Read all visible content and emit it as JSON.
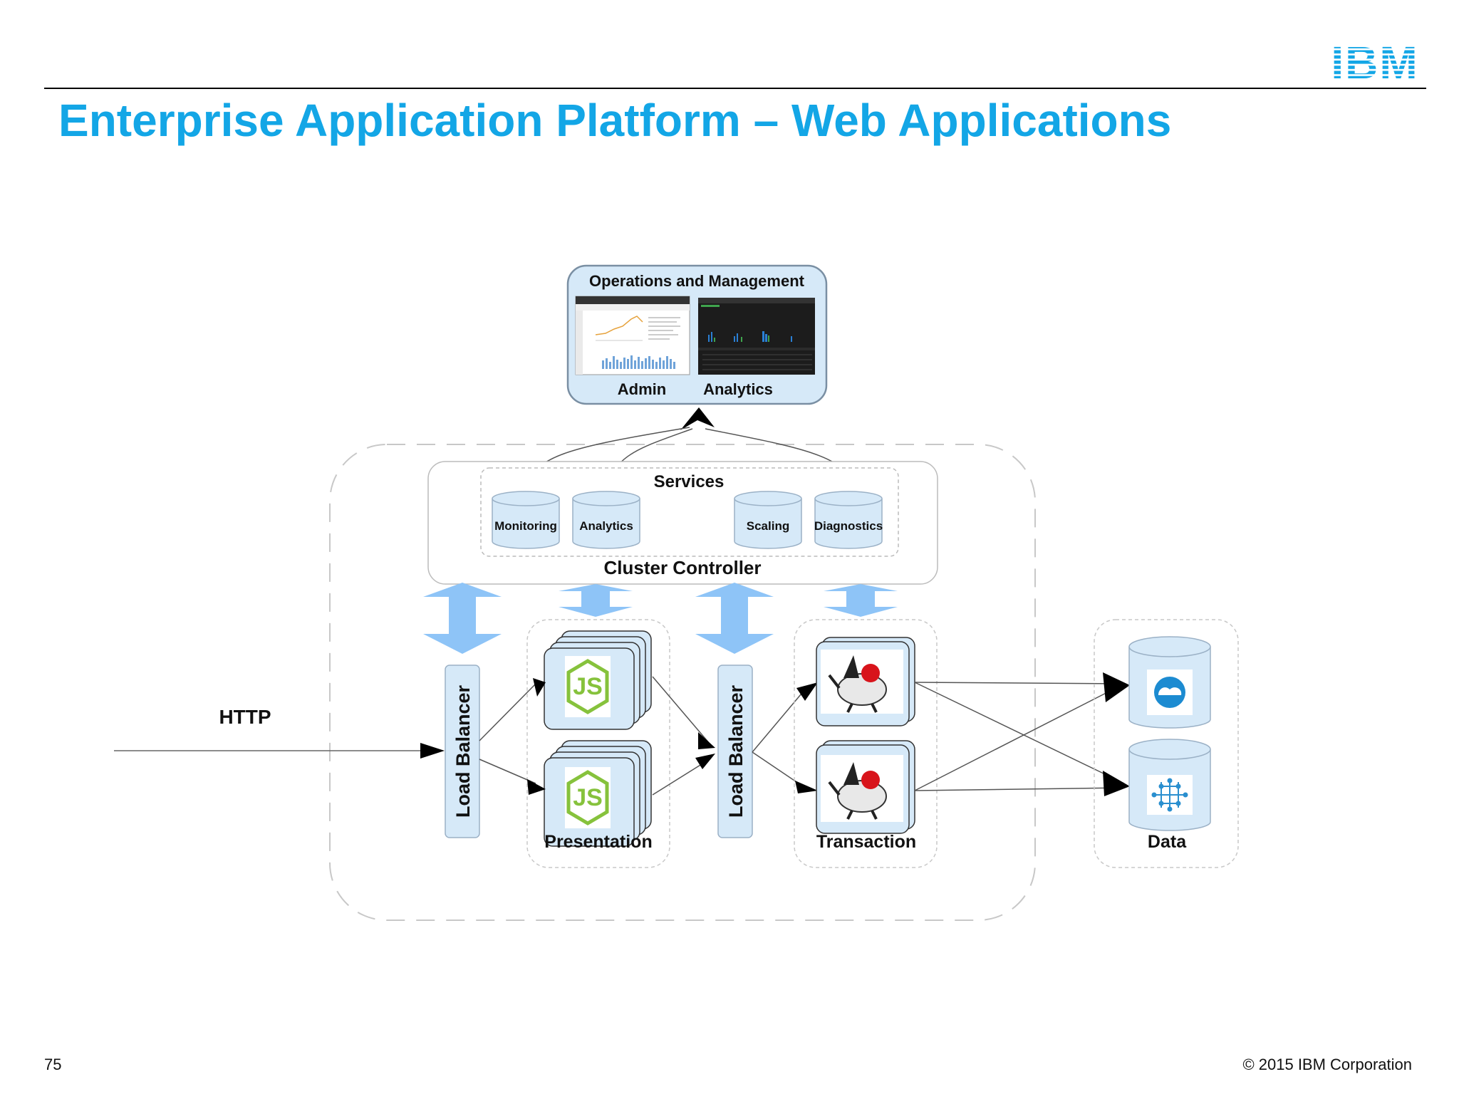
{
  "header": {
    "logo_text": "IBM",
    "title": "Enterprise Application Platform – Web Applications"
  },
  "footer": {
    "page_number": "75",
    "copyright": "© 2015 IBM Corporation"
  },
  "diagram": {
    "ops": {
      "title": "Operations and Management",
      "admin_label": "Admin",
      "analytics_label": "Analytics"
    },
    "services": {
      "title": "Services",
      "items": [
        "Monitoring",
        "Analytics",
        "Scaling",
        "Diagnostics"
      ]
    },
    "cluster_controller": "Cluster Controller",
    "http_label": "HTTP",
    "load_balancer_label": "Load Balancer",
    "presentation_label": "Presentation",
    "transaction_label": "Transaction",
    "data_label": "Data",
    "icons": {
      "presentation": "nodejs-icon",
      "transaction": "java-duke-icon",
      "data": [
        "cloud-database-icon",
        "network-database-icon"
      ]
    },
    "colors": {
      "title_blue": "#13a6e6",
      "box_fill": "#d6e9f8",
      "arrow_blue": "#8ec4f7",
      "nodejs_green": "#86c23c",
      "duke_red": "#d8141b"
    }
  }
}
